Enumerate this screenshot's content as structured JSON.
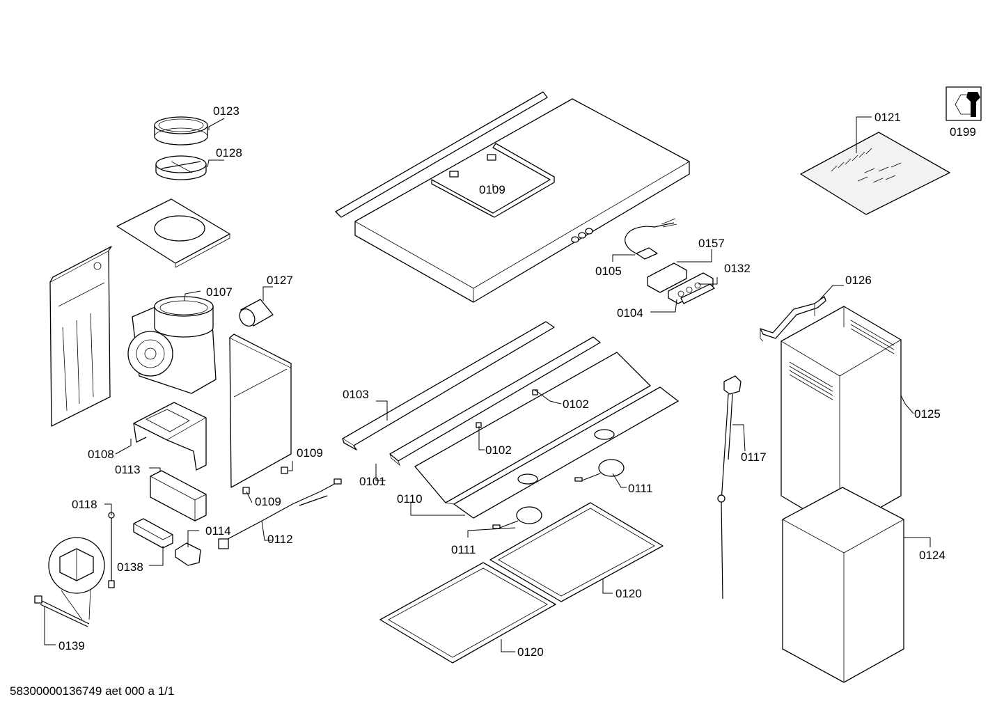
{
  "labels": {
    "p0123": "0123",
    "p0128": "0128",
    "p0107": "0107",
    "p0127": "0127",
    "p0108": "0108",
    "p0113": "0113",
    "p0109_a": "0109",
    "p0109_b": "0109",
    "p0109_c": "0109",
    "p0118": "0118",
    "p0114": "0114",
    "p0112": "0112",
    "p0138": "0138",
    "p0139": "0139",
    "p0103": "0103",
    "p0102_a": "0102",
    "p0102_b": "0102",
    "p0101": "0101",
    "p0110": "0110",
    "p0111_a": "0111",
    "p0111_b": "0111",
    "p0120_a": "0120",
    "p0120_b": "0120",
    "p0105": "0105",
    "p0157": "0157",
    "p0132": "0132",
    "p0104": "0104",
    "p0121": "0121",
    "p0199": "0199",
    "p0126": "0126",
    "p0125": "0125",
    "p0117": "0117",
    "p0124": "0124"
  },
  "footer": "58300000136749 aet 000 a 1/1"
}
